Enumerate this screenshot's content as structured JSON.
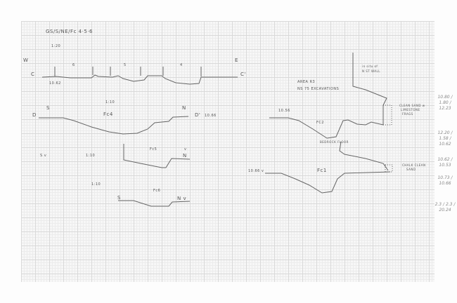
{
  "title": "GS/S/NE/Fc 4·5·6",
  "scales": {
    "c": "1:20",
    "d": "1:10",
    "fc5": "1:10",
    "fc6": "1:10"
  },
  "section_c": {
    "w": "W",
    "e": "E",
    "c": "C",
    "c_prime": "C'",
    "levels": "10.62",
    "features": [
      "6",
      "5",
      "4"
    ]
  },
  "section_d": {
    "s": "S",
    "n": "N",
    "d": "D",
    "d_prime": "D'",
    "label": "Fc4",
    "level": "10.66"
  },
  "fc5": {
    "label": "Fc5",
    "s": "S v",
    "n": "N",
    "v": "v"
  },
  "fc6": {
    "label": "Fc6",
    "s": "S",
    "n": "N v"
  },
  "area": {
    "line1": "AREA R3",
    "line2": "NS 75 EXCAVATIONS"
  },
  "wall_note": {
    "line1": "in situ of",
    "line2": "N ST WALL"
  },
  "fc2": {
    "label": "FC2",
    "level": "10.56"
  },
  "sand_note": {
    "line1": "CLEAN SAND w",
    "line2": "LIMESTONE",
    "line3": "FRAGS"
  },
  "floor_label": "BEDROCK FLOOR",
  "fc1": {
    "label": "Fc1",
    "level": "10.66 v"
  },
  "clean_sand": {
    "line1": "CHALK CLEAN",
    "line2": "SAND"
  },
  "margin_notes": [
    "10.80 / 1.80 / 12.23",
    "12.20 / 1.58 / 10.62",
    "10.62 / 10.53",
    "10.73 / 10.66",
    "2.3 / 2.3 / 20.24"
  ]
}
